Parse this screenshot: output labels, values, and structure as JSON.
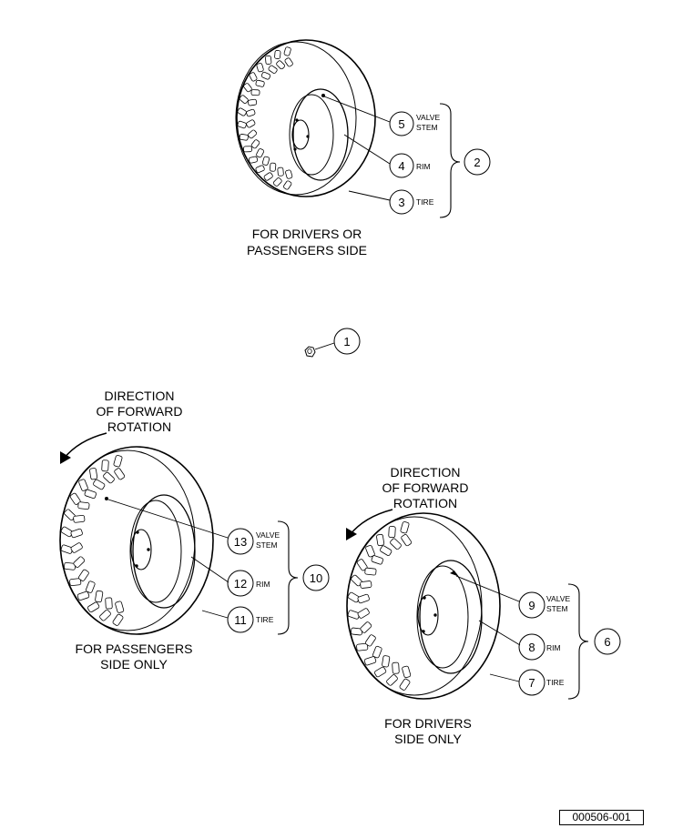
{
  "top_wheel": {
    "caption_line1": "FOR DRIVERS OR",
    "caption_line2": "PASSENGERS SIDE",
    "callouts": [
      {
        "number": "5",
        "label_line1": "VALVE",
        "label_line2": "STEM"
      },
      {
        "number": "4",
        "label_line1": "RIM",
        "label_line2": ""
      },
      {
        "number": "3",
        "label_line1": "TIRE",
        "label_line2": ""
      }
    ],
    "assembly_number": "2"
  },
  "lug_nut": {
    "number": "1"
  },
  "left_wheel": {
    "direction_line1": "DIRECTION",
    "direction_line2": "OF FORWARD",
    "direction_line3": "ROTATION",
    "caption_line1": "FOR PASSENGERS",
    "caption_line2": "SIDE ONLY",
    "callouts": [
      {
        "number": "13",
        "label_line1": "VALVE",
        "label_line2": "STEM"
      },
      {
        "number": "12",
        "label_line1": "RIM",
        "label_line2": ""
      },
      {
        "number": "11",
        "label_line1": "TIRE",
        "label_line2": ""
      }
    ],
    "assembly_number": "10"
  },
  "right_wheel": {
    "direction_line1": "DIRECTION",
    "direction_line2": "OF FORWARD",
    "direction_line3": "ROTATION",
    "caption_line1": "FOR DRIVERS",
    "caption_line2": "SIDE ONLY",
    "callouts": [
      {
        "number": "9",
        "label_line1": "VALVE",
        "label_line2": "STEM"
      },
      {
        "number": "8",
        "label_line1": "RIM",
        "label_line2": ""
      },
      {
        "number": "7",
        "label_line1": "TIRE",
        "label_line2": ""
      }
    ],
    "assembly_number": "6"
  },
  "figure_id": "000506-001"
}
